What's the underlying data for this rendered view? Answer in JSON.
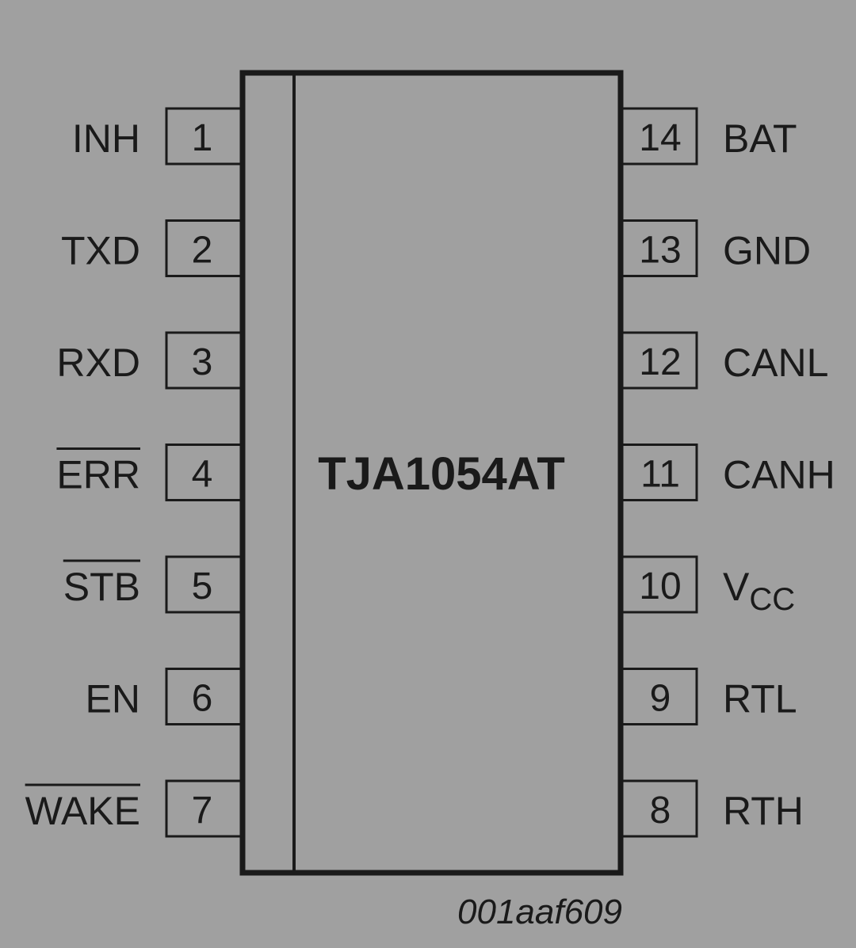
{
  "chip": {
    "name": "TJA1054AT",
    "reference": "001aaf609"
  },
  "left_pins": [
    {
      "number": "1",
      "label": "INH",
      "overbar": false
    },
    {
      "number": "2",
      "label": "TXD",
      "overbar": false
    },
    {
      "number": "3",
      "label": "RXD",
      "overbar": false
    },
    {
      "number": "4",
      "label": "ERR",
      "overbar": true
    },
    {
      "number": "5",
      "label": "STB",
      "overbar": true
    },
    {
      "number": "6",
      "label": "EN",
      "overbar": false
    },
    {
      "number": "7",
      "label": "WAKE",
      "overbar": true
    }
  ],
  "right_pins": [
    {
      "number": "14",
      "label": "BAT"
    },
    {
      "number": "13",
      "label": "GND"
    },
    {
      "number": "12",
      "label": "CANL"
    },
    {
      "number": "11",
      "label": "CANH"
    },
    {
      "number": "10",
      "label": "V",
      "subscript": "CC"
    },
    {
      "number": "9",
      "label": "RTL"
    },
    {
      "number": "8",
      "label": "RTH"
    }
  ],
  "colors": {
    "background": "#a0a0a0",
    "stroke": "#1a1a1a"
  }
}
